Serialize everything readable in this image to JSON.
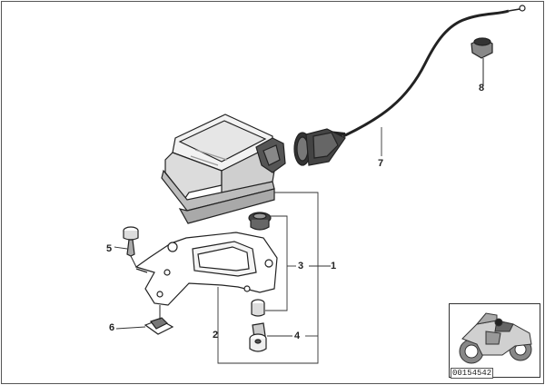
{
  "callouts": [
    {
      "id": "1",
      "text": "1"
    },
    {
      "id": "2",
      "text": "2"
    },
    {
      "id": "3",
      "text": "3"
    },
    {
      "id": "4",
      "text": "4"
    },
    {
      "id": "5",
      "text": "5"
    },
    {
      "id": "6",
      "text": "6"
    },
    {
      "id": "7",
      "text": "7"
    },
    {
      "id": "8",
      "text": "8"
    }
  ],
  "inset": {
    "doc_number": "00154542"
  }
}
